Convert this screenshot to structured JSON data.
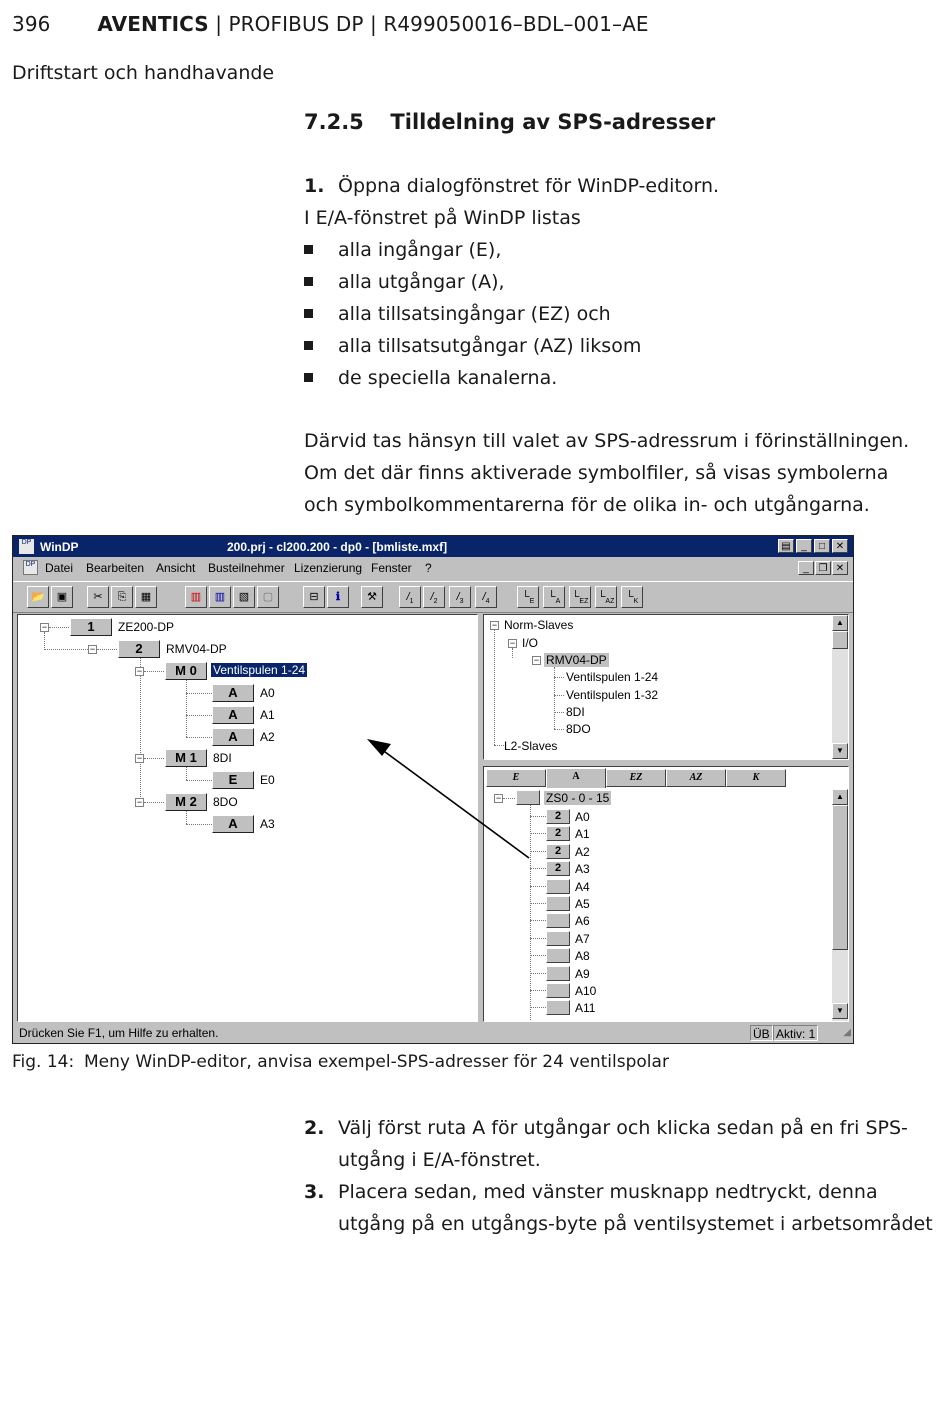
{
  "header": {
    "page_number": "396",
    "brand": "AVENTICS",
    "rest": " | PROFIBUS DP | R499050016–BDL–001–AE"
  },
  "section": "Driftstart och handhavande",
  "heading": {
    "number": "7.2.5",
    "title": "Tilldelning av SPS-adresser"
  },
  "step1": {
    "num": "1.",
    "text": "Öppna dialogfönstret för WinDP-editorn."
  },
  "intro_line": "I E/A-fönstret på WinDP listas",
  "bullets": [
    "alla ingångar (E),",
    "alla utgångar (A),",
    "alla tillsatsingångar (EZ) och",
    "alla tillsatsutgångar (AZ) liksom",
    "de speciella kanalerna."
  ],
  "paragraph": [
    "Därvid tas hänsyn till valet av SPS-adressrum i förinställningen.",
    "Om det där finns aktiverade symbolfiler, så visas symbolerna",
    "och symbolkommentarerna för de olika in- och utgångarna."
  ],
  "screenshot": {
    "app_name": "WinDP",
    "app_icon_text": "DP",
    "doc_title": "200.prj - cl200.200 - dp0 - [bmliste.mxf]",
    "menu": [
      "Datei",
      "Bearbeiten",
      "Ansicht",
      "Busteilnehmer",
      "Lizenzierung",
      "Fenster",
      "?"
    ],
    "toolbar_labels": [
      "1",
      "2",
      "3",
      "4",
      "E",
      "A",
      "EZ",
      "AZ",
      "K"
    ],
    "left_tree": {
      "root": {
        "node": "1",
        "label": "ZE200-DP"
      },
      "slave": {
        "node": "2",
        "label": "RMV04-DP"
      },
      "modules": [
        {
          "node": "M 0",
          "label": "Ventilspulen 1-24",
          "items": [
            {
              "node": "A",
              "label": "A0"
            },
            {
              "node": "A",
              "label": "A1"
            },
            {
              "node": "A",
              "label": "A2"
            }
          ]
        },
        {
          "node": "M 1",
          "label": "8DI",
          "items": [
            {
              "node": "E",
              "label": "E0"
            }
          ]
        },
        {
          "node": "M 2",
          "label": "8DO",
          "items": [
            {
              "node": "A",
              "label": "A3"
            }
          ]
        }
      ]
    },
    "catalog_tree": {
      "root": "Norm-Slaves",
      "group": "I/O",
      "device": "RMV04-DP",
      "children": [
        "Ventilspulen 1-24",
        "Ventilspulen 1-32",
        "8DI",
        "8DO"
      ],
      "other": "L2-Slaves"
    },
    "io_tabs": [
      "E",
      "A",
      "EZ",
      "AZ",
      "K"
    ],
    "io_active_tab": "A",
    "io_list": {
      "root": "ZS0 - 0 - 15",
      "rows": [
        {
          "slot": "2",
          "label": "A0"
        },
        {
          "slot": "2",
          "label": "A1"
        },
        {
          "slot": "2",
          "label": "A2"
        },
        {
          "slot": "2",
          "label": "A3"
        },
        {
          "slot": "",
          "label": "A4"
        },
        {
          "slot": "",
          "label": "A5"
        },
        {
          "slot": "",
          "label": "A6"
        },
        {
          "slot": "",
          "label": "A7"
        },
        {
          "slot": "",
          "label": "A8"
        },
        {
          "slot": "",
          "label": "A9"
        },
        {
          "slot": "",
          "label": "A10"
        },
        {
          "slot": "",
          "label": "A11"
        }
      ]
    },
    "status_text": "Drücken Sie F1, um Hilfe zu erhalten.",
    "status_mode": "ÜB",
    "status_active": "Aktiv: 1"
  },
  "caption": {
    "label": "Fig. 14:",
    "text": "Meny WinDP-editor, anvisa exempel-SPS-adresser för 24 ventilspolar"
  },
  "step2": {
    "num": "2.",
    "lines": [
      "Välj först ruta A för utgångar och klicka sedan på en fri SPS-",
      "utgång i E/A-fönstret."
    ]
  },
  "step3": {
    "num": "3.",
    "lines": [
      "Placera sedan, med vänster musknapp nedtryckt, denna",
      "utgång på en utgångs-byte på ventilsystemet i arbetsområdet"
    ]
  }
}
